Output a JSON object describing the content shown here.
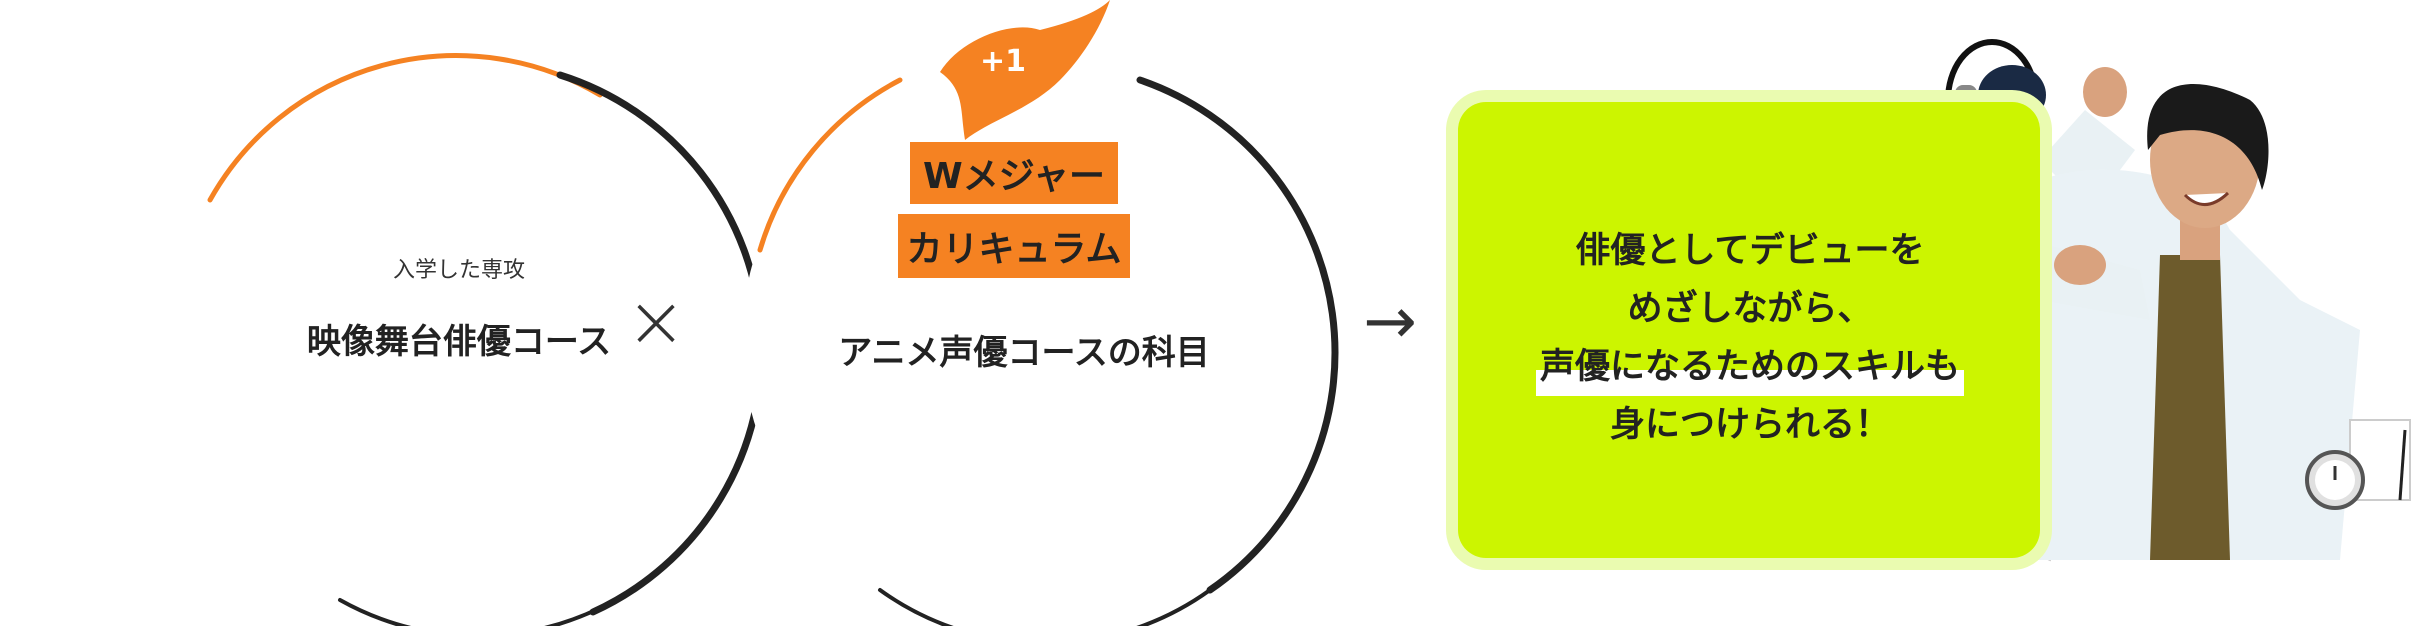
{
  "left_circle": {
    "subtitle": "入学した専攻",
    "title": "映像舞台俳優コース"
  },
  "operator_times": "×",
  "right_circle": {
    "badge": "+1",
    "tag_line_1": "Wメジャー",
    "tag_line_2": "カリキュラム",
    "title": "アニメ声優コースの科目"
  },
  "operator_arrow": "→",
  "result_box": {
    "line_1": "俳優としてデビューを",
    "line_2": "めざしながら、",
    "line_3": "声優になるためのスキルも",
    "line_4": "身につけられる！"
  },
  "colors": {
    "accent_orange": "#f58222",
    "lime": "#ccf500",
    "dark": "#222222"
  }
}
